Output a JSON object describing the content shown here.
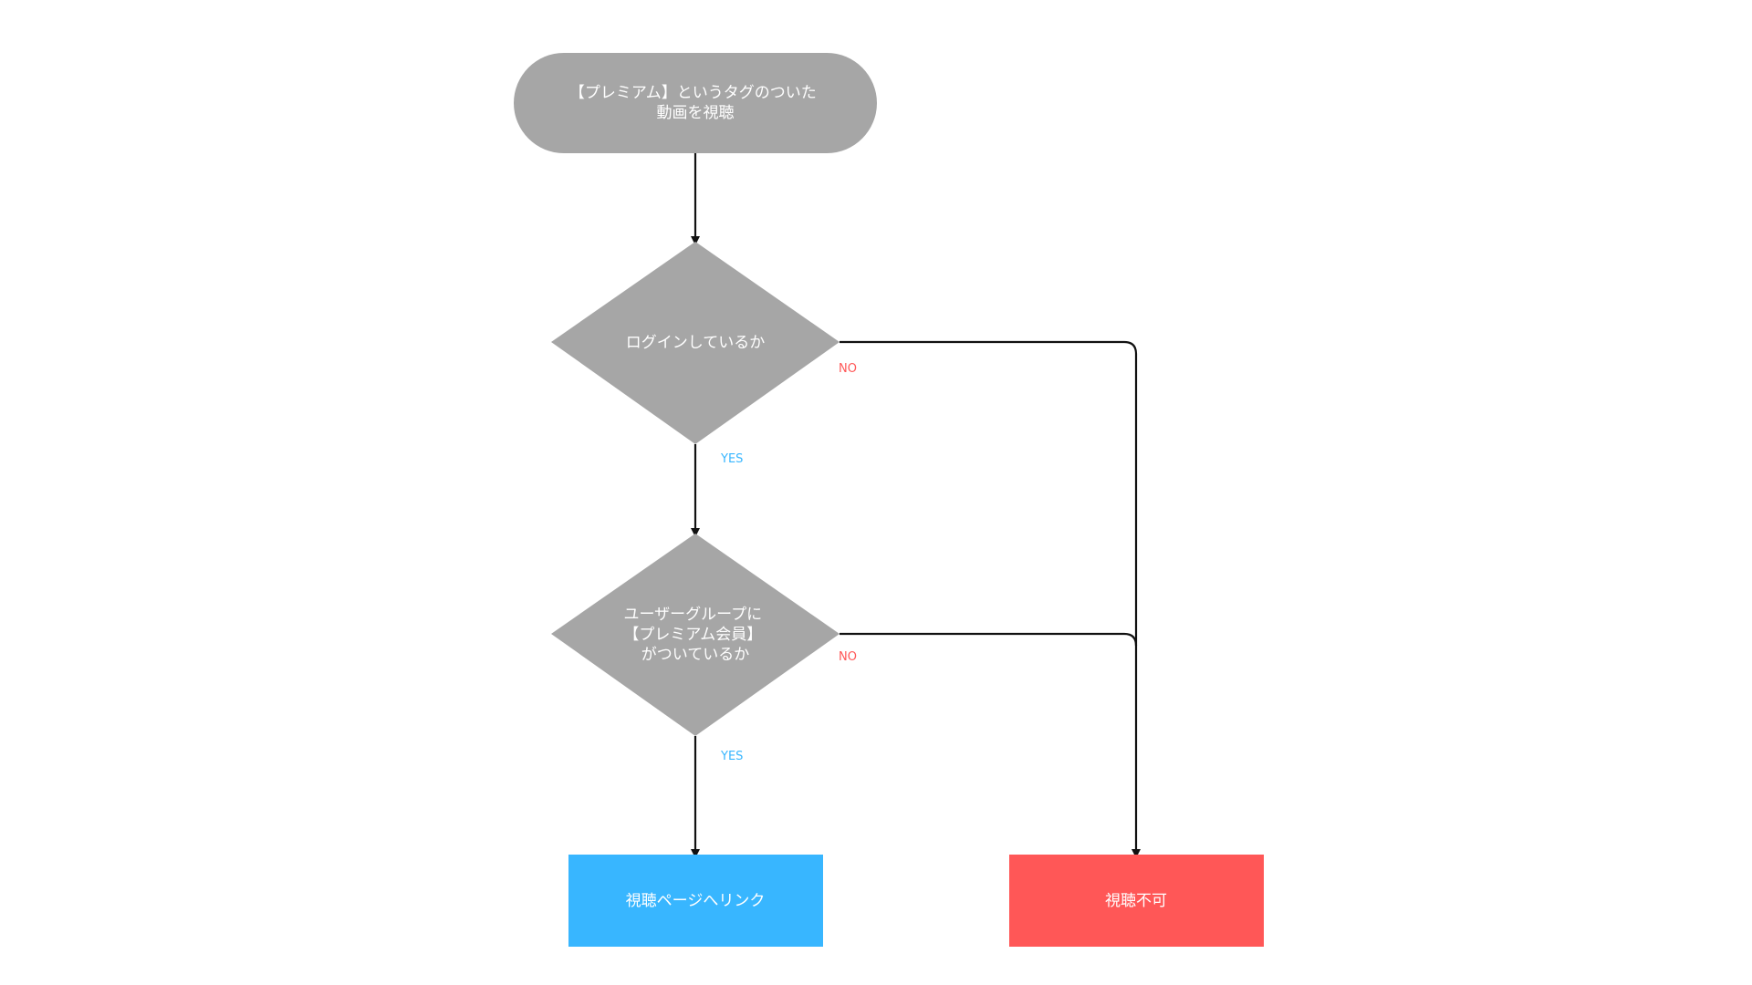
{
  "diagram": {
    "colors": {
      "neutral": "#a6a6a6",
      "link": "#38b6ff",
      "denied": "#ff5757",
      "yes_label": "#38b6ff",
      "no_label": "#ff5757",
      "connector": "#111111"
    },
    "nodes": {
      "start": {
        "shape": "terminal",
        "lines": [
          "【プレミアム】というタグのついた",
          "動画を視聴"
        ]
      },
      "login_check": {
        "shape": "decision",
        "lines": [
          "ログインしているか"
        ]
      },
      "group_check": {
        "shape": "decision",
        "lines": [
          "ユーザーグループに",
          "【プレミアム会員】",
          "がついているか"
        ]
      },
      "watch_link": {
        "shape": "process",
        "lines": [
          "視聴ページへリンク"
        ]
      },
      "not_viewable": {
        "shape": "process",
        "lines": [
          "視聴不可"
        ]
      }
    },
    "edges": [
      {
        "from": "start",
        "to": "login_check",
        "label": ""
      },
      {
        "from": "login_check",
        "to": "group_check",
        "label": "YES"
      },
      {
        "from": "login_check",
        "to": "not_viewable",
        "label": "NO"
      },
      {
        "from": "group_check",
        "to": "watch_link",
        "label": "YES"
      },
      {
        "from": "group_check",
        "to": "not_viewable",
        "label": "NO"
      }
    ]
  }
}
